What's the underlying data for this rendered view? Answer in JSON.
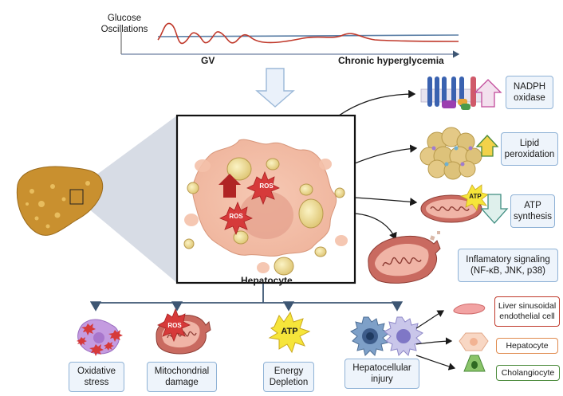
{
  "top_panel": {
    "glucose_label": "Glucose\nOscillations",
    "gv_label": "GV",
    "chronic_label": "Chronic hyperglycemia"
  },
  "center": {
    "hepatocyte_label": "Hepatocyte",
    "ros_label_1": "ROS",
    "ros_label_2": "ROS"
  },
  "right_effects": [
    {
      "label": "NADPH\noxidase"
    },
    {
      "label": "Lipid\nperoxidation"
    },
    {
      "label": "ATP\nsynthesis"
    },
    {
      "label": "Inflamatory signaling\n(NF-κB, JNK, p38)"
    }
  ],
  "atp_badge_right": "ATP",
  "bottom_outcomes": [
    {
      "label": "Oxidative\nstress"
    },
    {
      "label": "Mitochondrial\ndamage"
    },
    {
      "label": "Energy\nDepletion"
    },
    {
      "label": "Hepatocellular\ninjury"
    }
  ],
  "bottom_ros": "ROS",
  "bottom_atp": "ATP",
  "cell_types": [
    {
      "label": "Liver sinusoidal\nendothelial cell",
      "color": "#c0392b"
    },
    {
      "label": "Hepatocyte",
      "color": "#e08a4d"
    },
    {
      "label": "Cholangiocyte",
      "color": "#4a8a3a"
    }
  ],
  "colors": {
    "blue_line": "#5b7fa6",
    "red_line": "#c0392b",
    "arrow_blue": "#3d5673",
    "liver": "#c9902f"
  }
}
